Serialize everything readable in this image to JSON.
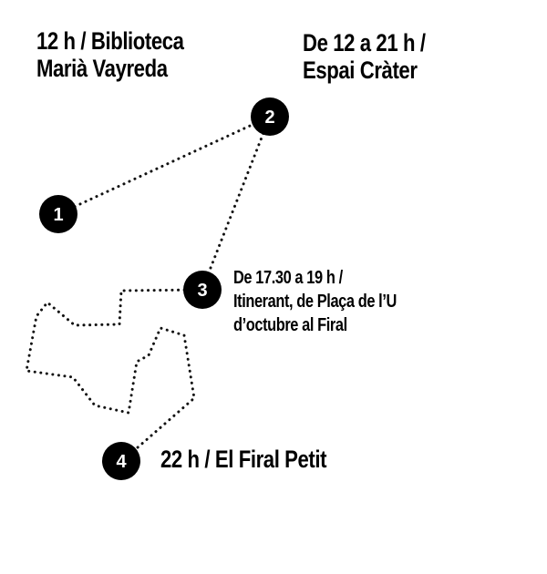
{
  "stops": [
    {
      "number": "1",
      "lines": [
        "12 h / Biblioteca",
        "Marià Vayreda"
      ]
    },
    {
      "number": "2",
      "lines": [
        "De 12 a 21 h /",
        "Espai Cràter"
      ]
    },
    {
      "number": "3",
      "lines": [
        "De 17.30 a 19 h /",
        "Itinerant, de Plaça de l’U",
        "d’octubre al Firal"
      ]
    },
    {
      "number": "4",
      "lines": [
        "22 h / El Firal Petit"
      ]
    }
  ],
  "colors": {
    "ink": "#000000",
    "marker_text": "#ffffff",
    "background": "#ffffff"
  }
}
